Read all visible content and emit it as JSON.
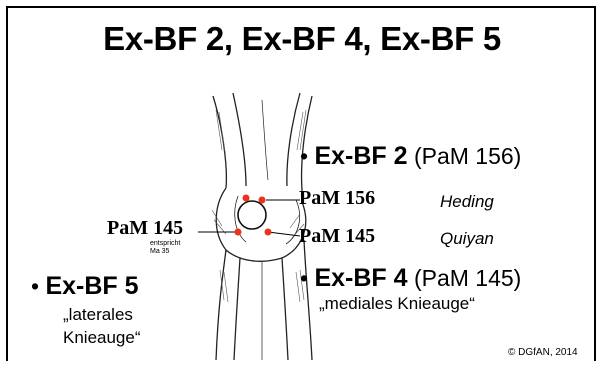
{
  "title": "Ex-BF 2, Ex-BF 4, Ex-BF 5",
  "bullet": "•",
  "items": {
    "exbf2": {
      "code": "Ex-BF 2",
      "ref": "(PaM 156)"
    },
    "exbf4": {
      "code": "Ex-BF 4",
      "ref": "(PaM 145)",
      "desc": "„mediales Knieauge“"
    },
    "exbf5": {
      "code": "Ex-BF 5",
      "desc_line1": "„laterales",
      "desc_line2": "Knieauge“"
    }
  },
  "points": {
    "pam156": {
      "label": "PaM 156",
      "name": "Heding"
    },
    "pam145_right": {
      "label": "PaM 145",
      "name": "Quiyan"
    },
    "pam145_left": {
      "label": "PaM 145",
      "note_line1": "entspricht",
      "note_line2": "Ma 35"
    }
  },
  "copyright": "© DGfAN, 2014",
  "colors": {
    "point": "#e8341c",
    "line": "#000000"
  }
}
